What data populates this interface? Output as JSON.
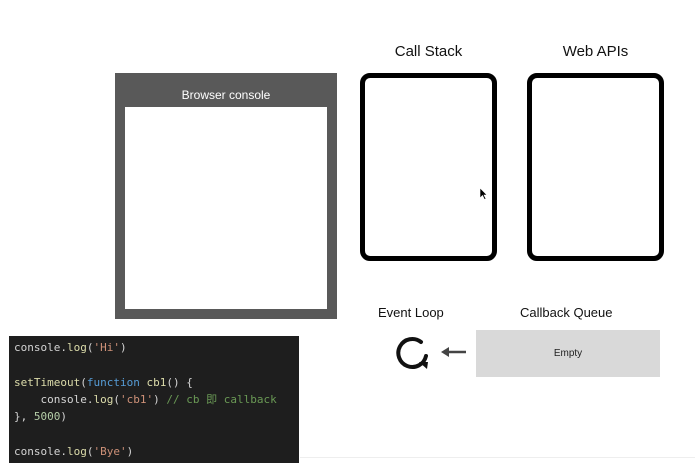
{
  "browser_console": {
    "title": "Browser console"
  },
  "call_stack": {
    "title": "Call Stack"
  },
  "web_apis": {
    "title": "Web APIs"
  },
  "event_loop": {
    "label": "Event Loop",
    "icon": "refresh-icon",
    "arrow_icon": "arrow-left-icon"
  },
  "callback_queue": {
    "title": "Callback Queue",
    "content": "Empty"
  },
  "code": {
    "line1": {
      "obj": "console",
      "dot": ".",
      "method": "log",
      "open": "(",
      "arg": "'Hi'",
      "close": ")"
    },
    "line3": {
      "fn": "setTimeout",
      "open": "(",
      "kw": "function",
      "name": " cb1",
      "rest": "() {"
    },
    "line4": {
      "indent": "    ",
      "obj": "console",
      "dot": ".",
      "method": "log",
      "open": "(",
      "arg": "'cb1'",
      "close": ")",
      "comment": " // cb 即 callback"
    },
    "line5": {
      "start": "}, ",
      "num": "5000",
      "end": ")"
    },
    "line7": {
      "obj": "console",
      "dot": ".",
      "method": "log",
      "open": "(",
      "arg": "'Bye'",
      "close": ")"
    }
  },
  "colors": {
    "console_frame": "#595959",
    "queue_bg": "#d9d9d9",
    "code_bg": "#1e1e1e"
  }
}
